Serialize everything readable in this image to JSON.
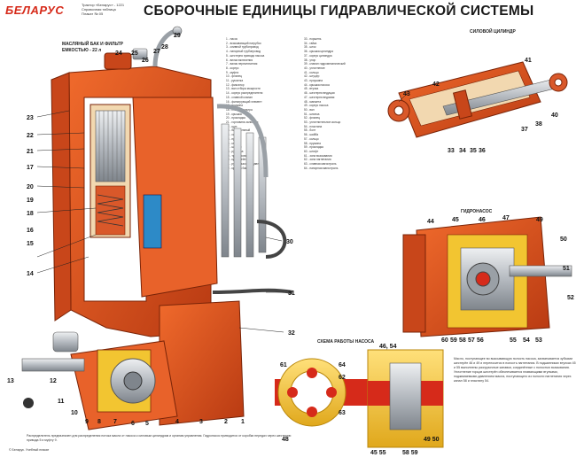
{
  "header": {
    "brand": "БЕЛАРУС",
    "brand_subtitle": "Трактор «Беларус» - 1221\nСправочная таблица\nПлакат № 05",
    "title": "СБОРОЧНЫЕ ЕДИНИЦЫ ГИДРАВЛИЧЕСКОЙ СИСТЕМЫ"
  },
  "sections": {
    "tank_label": "МАСЛЯНЫЙ БАК И ФИЛЬТР\nЕМКОСТЬЮ - 22 л",
    "cylinder_title": "СИЛОВОЙ ЦИЛИНДР",
    "pump_title": "ГИДРОНАСОС",
    "scheme_title": "СХЕМА РАБОТЫ НАСОСА"
  },
  "colors": {
    "orange": "#e0531f",
    "dark_orange": "#a8330f",
    "red": "#d62a1a",
    "yellow": "#f2c531",
    "steel": "#c8ccd1"
  },
  "legend": {
    "col1": [
      "1 - насос",
      "2 - всасывающий патрубок",
      "3 - сливной трубопровод",
      "4 - напорный трубопровод",
      "5 - шестерня привода насоса",
      "6 - вилка включения",
      "7 - валик переключения",
      "8 - корпус",
      "9 - муфта",
      "10 - фланец",
      "11 - рукоятка",
      "12 - фиксатор",
      "13 - вал отбора мощности",
      "14 - корпус распределителя",
      "15 - сливной клапан",
      "16 - фильтрующий элемент",
      "17 - пружина",
      "18 - стакан фильтра",
      "19 - крышка",
      "20 - прокладка",
      "21 - горловина заливная",
      "22 - щуп",
      "23 - бак масляный",
      "24 - сапун",
      "25 - пробка",
      "26 - клапан",
      "27 - штуцер",
      "28 - рукоятка",
      "29 - трубопровод",
      "30 - кронштейн",
      "31 - рукав высокого давления",
      "32 - крышка бака"
    ],
    "col2": [
      "33 - поршень",
      "34 - гайка",
      "35 - шток",
      "36 - крышка цилиндра",
      "37 - корпус цилиндра",
      "38 - упор",
      "39 - клапан гидромеханический",
      "40 - уплотнение",
      "41 - кольцо",
      "42 - штуцер",
      "43 - проушина",
      "44 - крышка насоса",
      "45 - втулка",
      "46 - шестерня ведущая",
      "47 - шестерня ведомая",
      "48 - манжета",
      "49 - корпус насоса",
      "50 - вал",
      "51 - шпонка",
      "52 - фланец",
      "53 - уплотнительное кольцо",
      "54 - пластина",
      "55 - болт",
      "56 - шайба",
      "57 - кольцо",
      "58 - пружина",
      "59 - прокладка",
      "60 - штифт",
      "61 - зона всасывания",
      "62 - зона нагнетания",
      "63 - сливная магистраль",
      "64 - напорная магистраль"
    ]
  },
  "pump_text": "Масло, поступающее во всасывающую полость насоса, захватывается зубьями шестерён 46 и 49 и переносится в полость нагнетания. В подшипниках втулках 45 и 55 выполнены разгрузочные канавки, соединённые с полостью всасывания. Уплотнение торцов шестерён обеспечивается плавающими втулками, поджимаемыми давлением масла, поступающего из полости нагнетания через канал 58 и пластину 54.",
  "footer_text": "Распределитель предназначен для распределения потока масла от насоса к силовым цилиндрам и органам управления. Гидронасос приводится от коробки передач через шестерню привода 5 и муфту 9.",
  "footer_small": "© Беларус. Учебный плакат",
  "callouts": {
    "c1": "1",
    "c2": "2",
    "c3": "3",
    "c4": "4",
    "c5": "5",
    "c6": "6",
    "c7": "7",
    "c8": "8",
    "c9": "9",
    "c10": "10",
    "c11": "11",
    "c12": "12",
    "c13": "13",
    "c14": "14",
    "c15": "15",
    "c16": "16",
    "c17": "17",
    "c18": "18",
    "c19": "19",
    "c20": "20",
    "c21": "21",
    "c22": "22",
    "c23": "23",
    "c24": "24",
    "c25": "25",
    "c26": "26",
    "c27": "27",
    "c28": "28",
    "c29": "29",
    "c30": "30",
    "c31": "31",
    "c32": "32",
    "c33": "33",
    "c34": "34",
    "c35": "35",
    "c36": "36",
    "c37": "37",
    "c38": "38",
    "c40": "40",
    "c41": "41",
    "c42": "42",
    "c43": "43",
    "c44": "44",
    "c45": "45",
    "c46": "46",
    "c47": "47",
    "c48": "48",
    "c49": "49",
    "c50": "50",
    "c51": "51",
    "c52": "52",
    "c53": "53",
    "c54": "54",
    "c55": "55",
    "c56": "56",
    "c57": "57",
    "c58": "58",
    "c59": "59",
    "c60": "60",
    "c61": "61",
    "c62": "62",
    "c63": "63",
    "c64": "64",
    "c4654": "46, 54",
    "c4555": "45 55",
    "c5859": "58 59",
    "c4950": "49 50"
  }
}
